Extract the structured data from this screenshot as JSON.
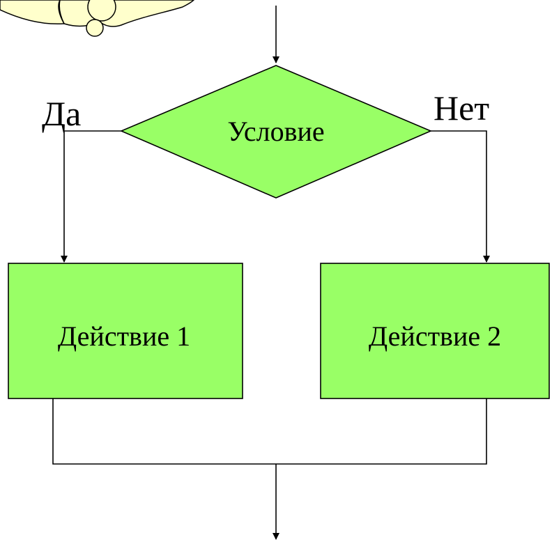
{
  "diagram": {
    "condition_label": "Условие",
    "yes_label": "Да",
    "no_label": "Нет",
    "action1_label": "Действие 1",
    "action2_label": "Действие 2"
  },
  "colors": {
    "shape_fill": "#99ff66",
    "cloud_fill": "#ffffcc",
    "line": "#000000",
    "background": "#ffffff"
  }
}
